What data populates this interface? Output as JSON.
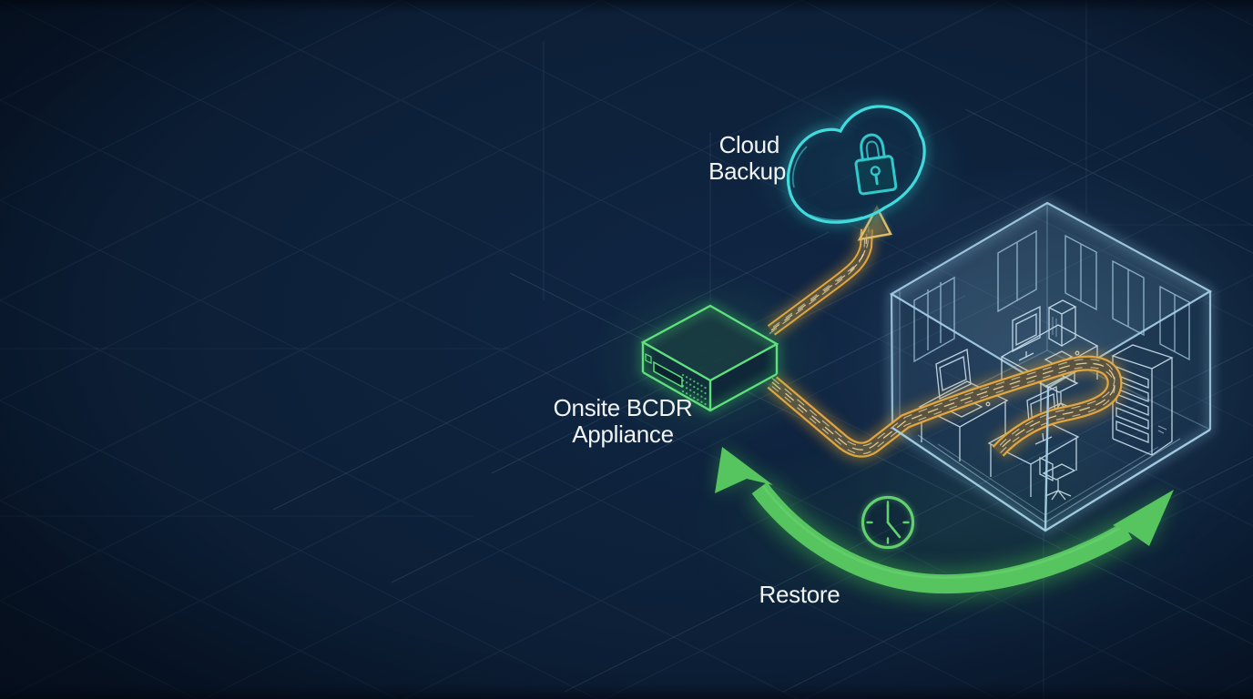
{
  "illustration": {
    "description": "Isometric BCDR data-protection illustration: office site backed up through an onsite appliance to the cloud, with a restore path back to the site",
    "background_style": "dark navy blueprint with faint isometric grid"
  },
  "labels": {
    "cloud_backup": {
      "line1": "Cloud",
      "line2": "Backup"
    },
    "onsite_appliance": {
      "line1": "Onsite BCDR",
      "line2": "Appliance"
    },
    "restore": "Restore"
  },
  "colors": {
    "background": "#0d2038",
    "grid": "#7fb3d6",
    "cloud": "#41dbde",
    "appliance": "#5fe07d",
    "building": "#a9d2ea",
    "furniture": "#d8ecf8",
    "data_stream": "#e8ab43",
    "data_stream_dash": "#f6e0a4",
    "restore_arrow": "#56c55f",
    "clock": "#63d06f",
    "text": "#f0f4f3"
  },
  "icons": [
    {
      "name": "cloud-icon",
      "meaning": "cloud backup destination"
    },
    {
      "name": "padlock-icon",
      "meaning": "encrypted / secure backup"
    },
    {
      "name": "backup-arrow-icon",
      "meaning": "data stream up to cloud"
    },
    {
      "name": "bcdr-appliance-icon",
      "meaning": "onsite BCDR appliance"
    },
    {
      "name": "office-building-icon",
      "meaning": "protected office site"
    },
    {
      "name": "workstation-icon",
      "meaning": "office workstation"
    },
    {
      "name": "server-rack-icon",
      "meaning": "onsite server rack"
    },
    {
      "name": "restore-arrow-icon",
      "meaning": "restore flow back to site"
    },
    {
      "name": "clock-icon",
      "meaning": "fast recovery time"
    }
  ],
  "flows": [
    {
      "name": "site-to-appliance",
      "style": "orange data stream ribbon"
    },
    {
      "name": "appliance-to-cloud",
      "style": "orange data stream ribbon with up arrow"
    },
    {
      "name": "cloud-to-site-restore",
      "style": "green curved double-headed arrow"
    }
  ]
}
